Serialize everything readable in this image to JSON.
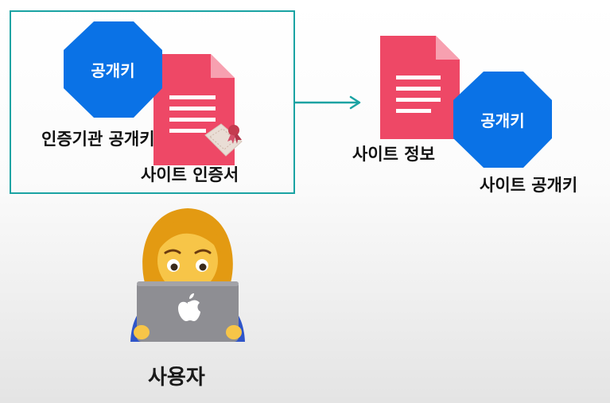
{
  "certificate_group": {
    "ca_public_key_hex_text": "공개키",
    "ca_public_key_label": "인증기관 공개키",
    "certificate_label": "사이트 인증서"
  },
  "site_group": {
    "site_info_label": "사이트 정보",
    "site_public_key_hex_text": "공개키",
    "site_public_key_label": "사이트 공개키"
  },
  "user": {
    "label": "사용자",
    "icon": "woman-technologist-emoji"
  },
  "colors": {
    "frame": "#1aa3a3",
    "arrow": "#1aa3a3",
    "hexagon": "#0a72e6",
    "document": "#ee4866"
  }
}
